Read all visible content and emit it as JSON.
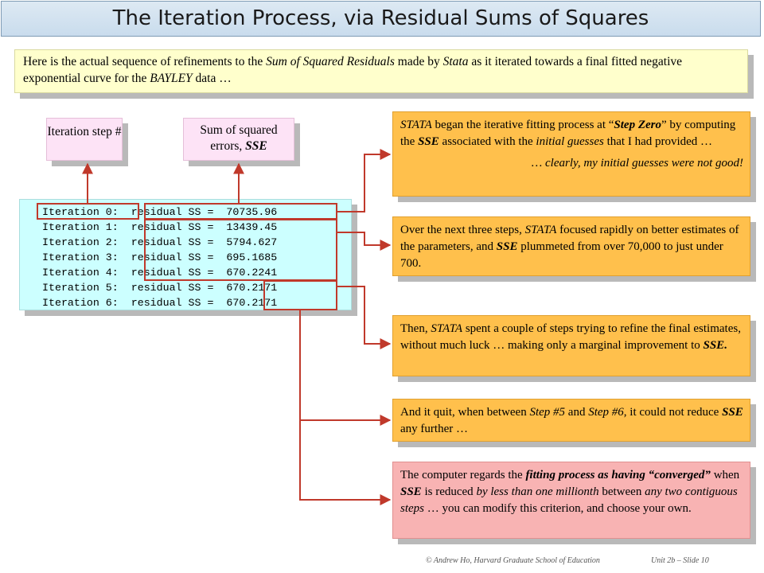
{
  "title": "The Iteration Process, via Residual Sums of Squares",
  "intro": {
    "t1": "Here is the actual sequence of refinements to the ",
    "t2": "Sum of Squared Residuals",
    "t3": " made by ",
    "t4": "Stata",
    "t5": " as it iterated towards a final fitted negative exponential curve for the ",
    "t6": "BAYLEY",
    "t7": " data …"
  },
  "labels": {
    "iteration_label": "Iteration step #",
    "sse_label_a": "Sum of squared errors, ",
    "sse_label_b": "SSE"
  },
  "iterations": [
    {
      "step": "Iteration 0:",
      "value": "residual SS =  70735.96"
    },
    {
      "step": "Iteration 1:",
      "value": "residual SS =  13439.45"
    },
    {
      "step": "Iteration 2:",
      "value": "residual SS =  5794.627"
    },
    {
      "step": "Iteration 3:",
      "value": "residual SS =  695.1685"
    },
    {
      "step": "Iteration 4:",
      "value": "residual SS =  670.2241"
    },
    {
      "step": "Iteration 5:",
      "value": "residual SS =  670.2171"
    },
    {
      "step": "Iteration 6:",
      "value": "residual SS =  670.2171"
    }
  ],
  "callouts": {
    "c1": {
      "a": "STATA",
      "b": " began the iterative fitting process at “",
      "c": "Step Zero",
      "d": "” by computing the ",
      "e": "SSE",
      "f": " associated with the ",
      "g": "initial guesses",
      "h": " that I had provided …",
      "i": "… clearly, my initial guesses were not good!"
    },
    "c2": {
      "a": "Over the next three steps, ",
      "b": "STATA",
      "c": " focused rapidly on better estimates of the parameters, and ",
      "d": "SSE",
      "e": " plummeted from over 70,000 to just under 700."
    },
    "c3": {
      "a": "Then, ",
      "b": "STATA",
      "c": " spent a couple of steps trying to refine the final estimates, without much luck … making only a marginal improvement to ",
      "d": "SSE.",
      "e": ""
    },
    "c4": {
      "a": "And it quit, when between ",
      "b": "Step #5",
      "c": " and ",
      "d": "Step #6",
      "e": ", it could not reduce ",
      "f": "SSE",
      "g": " any further …"
    },
    "c5": {
      "a": "The computer regards the ",
      "b": "fitting process as having “converged”",
      "c": " when ",
      "d": "SSE",
      "e": " is reduced ",
      "f": "by less than one millionth",
      "g": " between ",
      "h": "any two contiguous steps",
      "i": " … you can modify this criterion, and choose your own."
    }
  },
  "footer": {
    "left": "© Andrew Ho, Harvard Graduate School of Education",
    "right": "Unit 2b – Slide 10"
  },
  "colors": {
    "connector": "#c0392b",
    "callout_orange": "#ffc04c",
    "callout_pink": "#f8b3b3",
    "code_bg": "#ccffff",
    "intro_bg": "#ffffcc"
  }
}
